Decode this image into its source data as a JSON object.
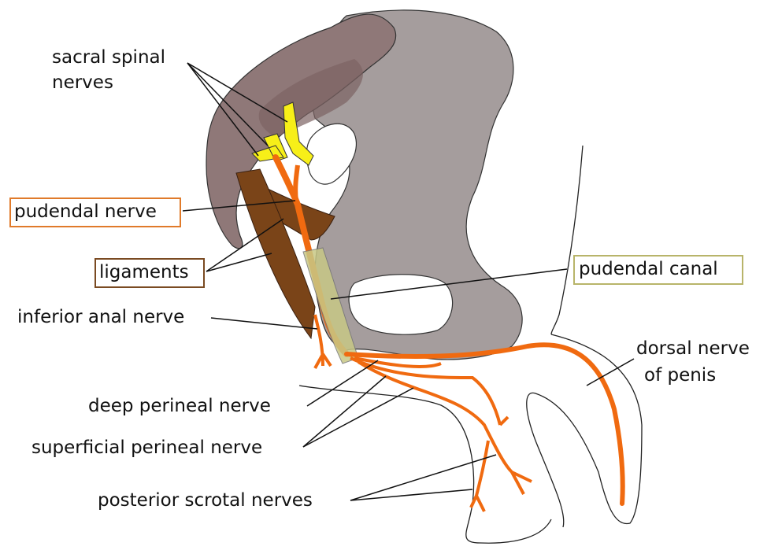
{
  "labels": {
    "sacral_spinal_nerves_line1": "sacral spinal",
    "sacral_spinal_nerves_line2": "nerves",
    "pudendal_nerve": "pudendal nerve",
    "ligaments": "ligaments",
    "pudendal_canal": "pudendal canal",
    "inferior_anal_nerve": "inferior anal nerve",
    "dorsal_nerve_line1": "dorsal nerve",
    "dorsal_nerve_line2": "of penis",
    "deep_perineal_nerve": "deep perineal nerve",
    "superficial_perineal_nerve": "superficial perineal nerve",
    "posterior_scrotal_nerves": "posterior scrotal nerves"
  },
  "colors": {
    "pelvis_gray": "#a59d9d",
    "sacrum": "#8f7878",
    "ligament_brown": "#7a4418",
    "nerve_orange": "#f06a10",
    "sacral_yellow": "#f7ef18",
    "canal_green": "#c8c886",
    "box_pudendal_nerve": "#e07a2a",
    "box_ligaments": "#7a4a22",
    "box_pudendal_canal": "#b8b46a"
  }
}
